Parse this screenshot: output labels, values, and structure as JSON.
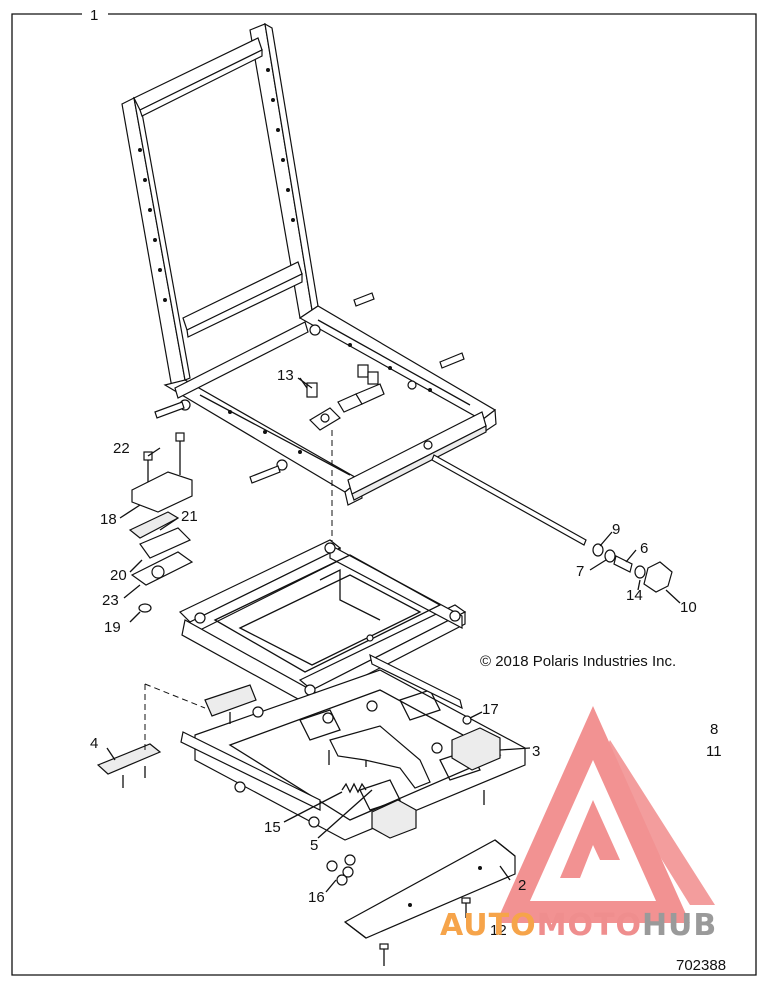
{
  "diagram": {
    "assembly_callout": "1",
    "drawing_number": "702388",
    "copyright": "© 2018 Polaris Industries Inc.",
    "callouts": [
      {
        "id": "c2",
        "text": "2"
      },
      {
        "id": "c3",
        "text": "3"
      },
      {
        "id": "c4",
        "text": "4"
      },
      {
        "id": "c5",
        "text": "5"
      },
      {
        "id": "c6",
        "text": "6"
      },
      {
        "id": "c7",
        "text": "7"
      },
      {
        "id": "c8",
        "text": "8"
      },
      {
        "id": "c9",
        "text": "9"
      },
      {
        "id": "c10",
        "text": "10"
      },
      {
        "id": "c11",
        "text": "11"
      },
      {
        "id": "c12",
        "text": "12"
      },
      {
        "id": "c13",
        "text": "13"
      },
      {
        "id": "c14",
        "text": "14"
      },
      {
        "id": "c15",
        "text": "15"
      },
      {
        "id": "c16",
        "text": "16"
      },
      {
        "id": "c17",
        "text": "17"
      },
      {
        "id": "c18",
        "text": "18"
      },
      {
        "id": "c19",
        "text": "19"
      },
      {
        "id": "c20",
        "text": "20"
      },
      {
        "id": "c21",
        "text": "21"
      },
      {
        "id": "c22",
        "text": "22"
      },
      {
        "id": "c23",
        "text": "23"
      }
    ]
  },
  "watermark": {
    "part1": "AUTO",
    "part2": "MOTO",
    "part3": "HUB",
    "colors": {
      "triangle": "#f08080",
      "auto": "#f6a44a",
      "moto": "#ef8e8e",
      "hub": "#9a9a9a"
    }
  }
}
